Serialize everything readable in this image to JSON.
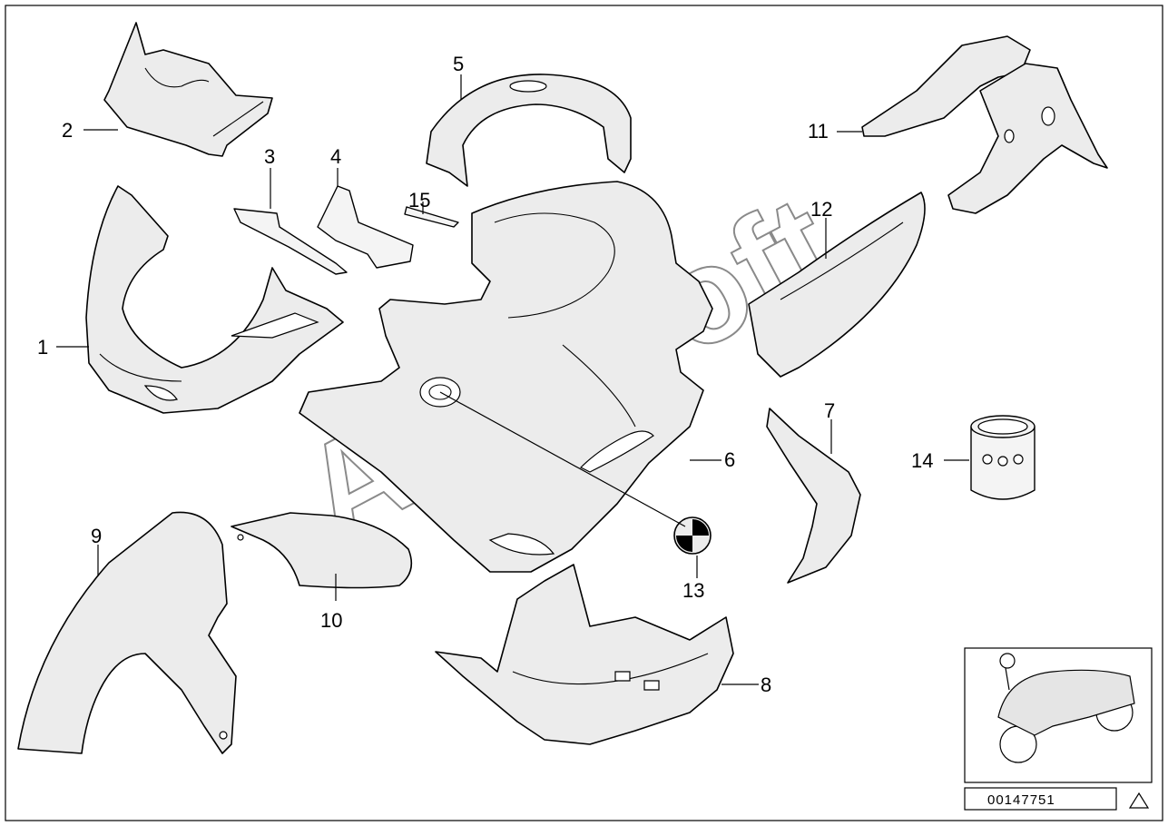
{
  "diagram": {
    "callouts": [
      "1",
      "2",
      "3",
      "4",
      "5",
      "6",
      "7",
      "8",
      "9",
      "10",
      "11",
      "12",
      "13",
      "14",
      "15"
    ],
    "watermark": "AutoSoft",
    "reference_number": "00147751",
    "warning_icon": "warning-triangle-icon"
  }
}
